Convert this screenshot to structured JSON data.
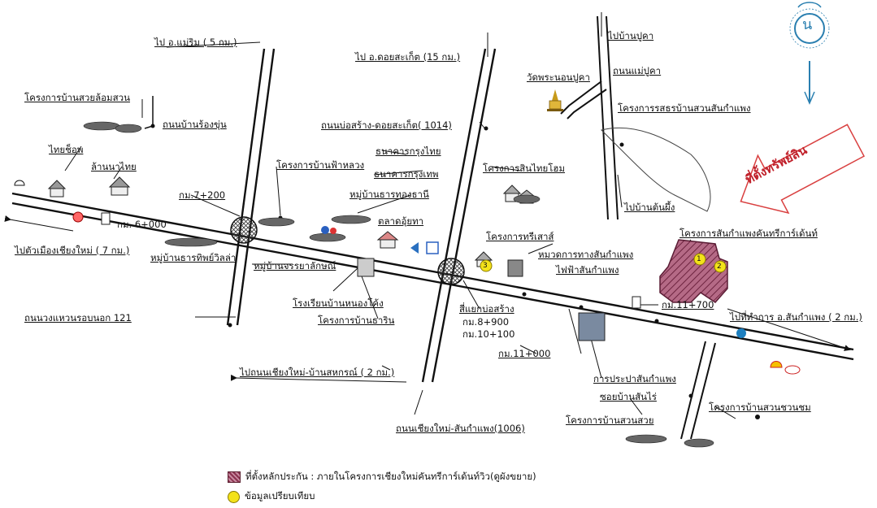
{
  "colors": {
    "road": "#111111",
    "property": "#9a3d5c",
    "marker": "#f3e21a",
    "arrow": "#d94040",
    "logo": "#2a7fb0"
  },
  "labels": {
    "to_mae_rim": "ไป อ.แม่ริม ( 5 กม.)",
    "to_doi_saket": "ไป อ.ดอยสะเก็ต (15 กม.)",
    "to_ban_pu_kha": "ไปบ้านปูคา",
    "mae_pu_kha_road": "ถนนแม่ปูคา",
    "wat_phra_non_pu_kha": "วัดพระนอนปูคา",
    "suay_lom_suan": "โครงการบ้านสวยล้อมสวน",
    "ban_rong_khun_road": "ถนนบ้านร้องขุ่น",
    "bo_sang_doi_saket_road": "ถนนบ่อสร้าง-ดอยสะเก็ต( 1014)",
    "ros_ban_suan": "โครงการรสธรบ้านสวนสันกำแพง",
    "thai_shop": "ไทยช็อพ",
    "lanna_thai": "ล้านนาไทย",
    "krung_thai_bank": "ธนาคารกรุงไทย",
    "bangkok_bank": "ธนาคารกรุงเทพ",
    "fa_luang": "โครงการบ้านฟ้าหลวง",
    "sin_thai_home": "โครงการสินไทยโฮม",
    "km_7_200": "กม.7+200",
    "thong_thani": "หมู่บ้านธารทองธานี",
    "to_ban_ton_phueng": "ไปบ้านต้นผึ้ง",
    "km_6_000": "กม. 6+000",
    "talat_uthai": "ตลาดอุ้ยทา",
    "property_marker": "ที่ตั้งทรัพย์สิน",
    "to_chiang_mai_city": "ไปตัวเมืองเชียงใหม่ ( 7 กม.)",
    "tip_wila": "หมู่บ้านธารทิพย์วิลล่า",
    "tree_sathorn": "โครงการทรีเสาส์",
    "khan_tree_estate": "โครงการสันกำแพงคันทรีการ์เด้นท์",
    "chanya_lak": "หมู่บ้านจรรยาลักษณ์",
    "highway_dept": "หมวดการทางสันกำแพง",
    "electricity": "ไฟฟ้าสันกำแพง",
    "ring_road_121": "ถนนวงแหวนรอบนอก 121",
    "ban_nong_khong_school": "โรงเรียนบ้านหนองโค้ง",
    "thara_rin": "โครงการบ้านธาริน",
    "bo_sang_intersection": "สี่แยกบ่อสร้าง",
    "km_8_900": "กม.8+900",
    "km_10_100": "กม.10+100",
    "km_11_700": "กม.11+700",
    "to_san_kamphaeng_office": "ไปที่ทำการ อ.สันกำแพง ( 2 กม.)",
    "km_11_000": "กม.11+000",
    "to_cm_sahakorn": "ไปถนนเชียงใหม่-บ้านสหกรณ์ ( 2 กม.)",
    "waterworks": "การประปาสันกำแพง",
    "soi_ban_san_rai": "ซอยบ้านสันไร่",
    "suan_chuan_chom": "โครงการบ้านสวนชวนชม",
    "suan_suay": "โครงการบ้านสวนสวย",
    "cm_san_kamphaeng_road": "ถนนเชียงใหม่-สันกำแพง(1006)",
    "logo_letter": "น",
    "marker_1": "1",
    "marker_2": "2",
    "marker_3": "3"
  },
  "legend": {
    "property_location": "ที่ตั้งหลักประกัน : ภายในโครงการเชียงใหม่คันทรีการ์เด้นท์วิว(ดูผังขยาย)",
    "comparison_data": "ข้อมูลเปรียบเทียบ"
  }
}
